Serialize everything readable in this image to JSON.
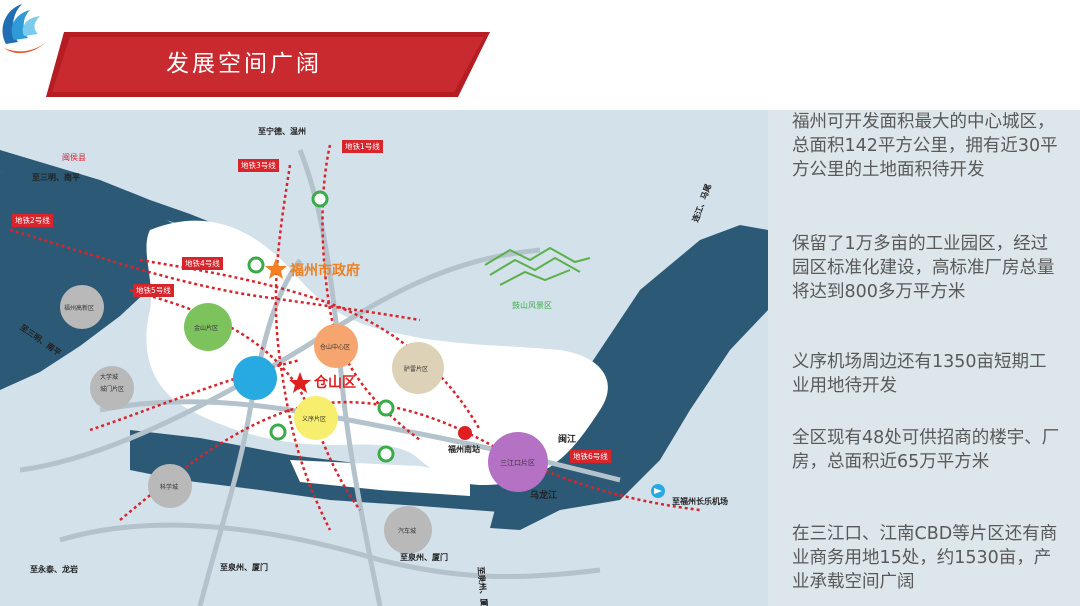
{
  "header": {
    "title": "发展空间广阔"
  },
  "map": {
    "places": {
      "minhou": "闽侯县",
      "sanming_nanping": "至三明、南平",
      "ningde_wenzhou": "至宁德、温州",
      "fuzhou_gov": "福州市政府",
      "cangshan": "仓山区",
      "gushan": "鼓山风景区",
      "minjiang": "闽江",
      "wulongjiang": "乌龙江",
      "fuzhou_south_station": "福州南站",
      "airport": "至福州长乐机场",
      "daxuecheng": "大学城",
      "kexuecheng": "科学城",
      "sanming_nanping2": "至三明、南平",
      "yongtai_longyan": "至永泰、龙岩",
      "quanzhou_xiamen1": "至泉州、厦门",
      "quanzhou_xiamen2": "至泉州、厦门",
      "quanzhou_xiamen3": "至泉州、厦门",
      "lianjiang_mawei": "连江、马尾"
    },
    "metro": {
      "line1": "地铁1号线",
      "line2": "地铁2号线",
      "line3": "地铁3号线",
      "line4": "地铁4号线",
      "line5": "地铁5号线",
      "line6": "地铁6号线"
    },
    "zones": {
      "fuzhou_high_tech": "福州高新区",
      "jinshan": "金山片区",
      "longzhou": "胪雷片区",
      "downtown": "仓山中心区",
      "yixu": "义序片区",
      "chengmen": "城门片区",
      "sanjiangkou": "三江口片区",
      "auto_city": "汽车城"
    },
    "colors": {
      "river": "#2c5a76",
      "metro": "#d8252c",
      "district": "#ffffff",
      "zone_green": "#7cc35e",
      "zone_blue": "#27a9e1",
      "zone_orange": "#f6a56f",
      "zone_yellow": "#f6ee6c",
      "zone_purple": "#b572c5",
      "zone_beige": "#ddd2b7",
      "zone_gray": "#b9b9b9"
    }
  },
  "info": {
    "paragraphs": [
      "福州可开发面积最大的中心城区，总面积142平方公里，拥有近30平方公里的土地面积待开发",
      "保留了1万多亩的工业园区，经过园区标准化建设，高标准厂房总量将达到800多万平方米",
      "义序机场周边还有1350亩短期工业用地待开发",
      "全区现有48处可供招商的楼宇、厂房，总面积近65万平方米",
      "在三江口、江南CBD等片区还有商业商务用地15处，约1530亩，产业承载空间广阔"
    ]
  }
}
